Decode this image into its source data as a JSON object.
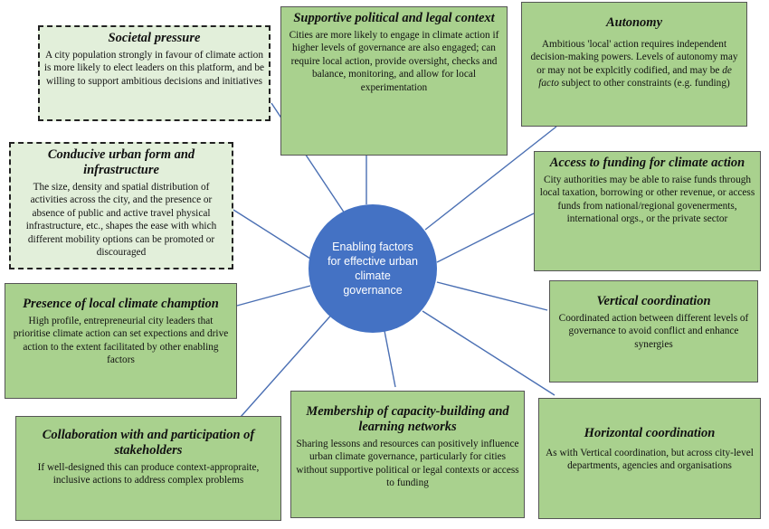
{
  "center": {
    "label": "Enabling factors for effective urban climate governance"
  },
  "factors": {
    "societal_pressure": {
      "title": "Societal pressure",
      "text": "A city population strongly in favour of climate action is more likely to elect leaders on this platform, and be willing to support ambitious decisions and initiatives"
    },
    "political_context": {
      "title": "Supportive political and legal context",
      "text": "Cities are more likely to engage in climate action if higher levels of governance are also engaged; can require local action, provide oversight, checks and balance, monitoring, and allow for local experimentation"
    },
    "autonomy": {
      "title": "Autonomy",
      "text_a": "Ambitious 'local' action requires independent decision-making powers. Levels of autonomy may or may not be explcitly codified, and may be ",
      "text_em": "de facto",
      "text_b": " subject to other constraints (e.g. funding)"
    },
    "urban_form": {
      "title": "Conducive urban form and infrastructure",
      "text": "The size, density and spatial distribution of activities across the city, and the presence or absence of public and active travel physical infrastructure, etc., shapes the ease with which different mobility options can be promoted or discouraged"
    },
    "funding": {
      "title": "Access to funding for climate action",
      "text": "City authorities may be able to raise funds through local taxation, borrowing or other revenue, or access funds from national/regional govenerments, international orgs., or the private sector"
    },
    "climate_champion": {
      "title": "Presence of local climate chamption",
      "text": "High profile, entrepreneurial city leaders that prioritise climate action can set expections and drive action to the extent facilitated by other enabling factors"
    },
    "vertical": {
      "title": "Vertical coordination",
      "text": "Coordinated action between different levels of governance to avoid conflict and enhance synergies"
    },
    "stakeholders": {
      "title": "Collaboration with and participation of stakeholders",
      "text": "If well-designed this can produce context-appropraite, inclusive actions to address complex problems"
    },
    "networks": {
      "title": "Membership of capacity-building and learning networks",
      "text": "Sharing lessons and resources can positively influence urban climate governance, particularly for cities without supportive political or legal contexts or access to funding"
    },
    "horizontal": {
      "title": "Horizontal coordination",
      "text": "As with Vertical coordination, but across city-level departments, agencies and organisations"
    }
  },
  "colors": {
    "hub": "#4472c4",
    "box_fill": "#a9d18e",
    "box_fill_light": "#e2efda",
    "connector": "#4472c4"
  }
}
